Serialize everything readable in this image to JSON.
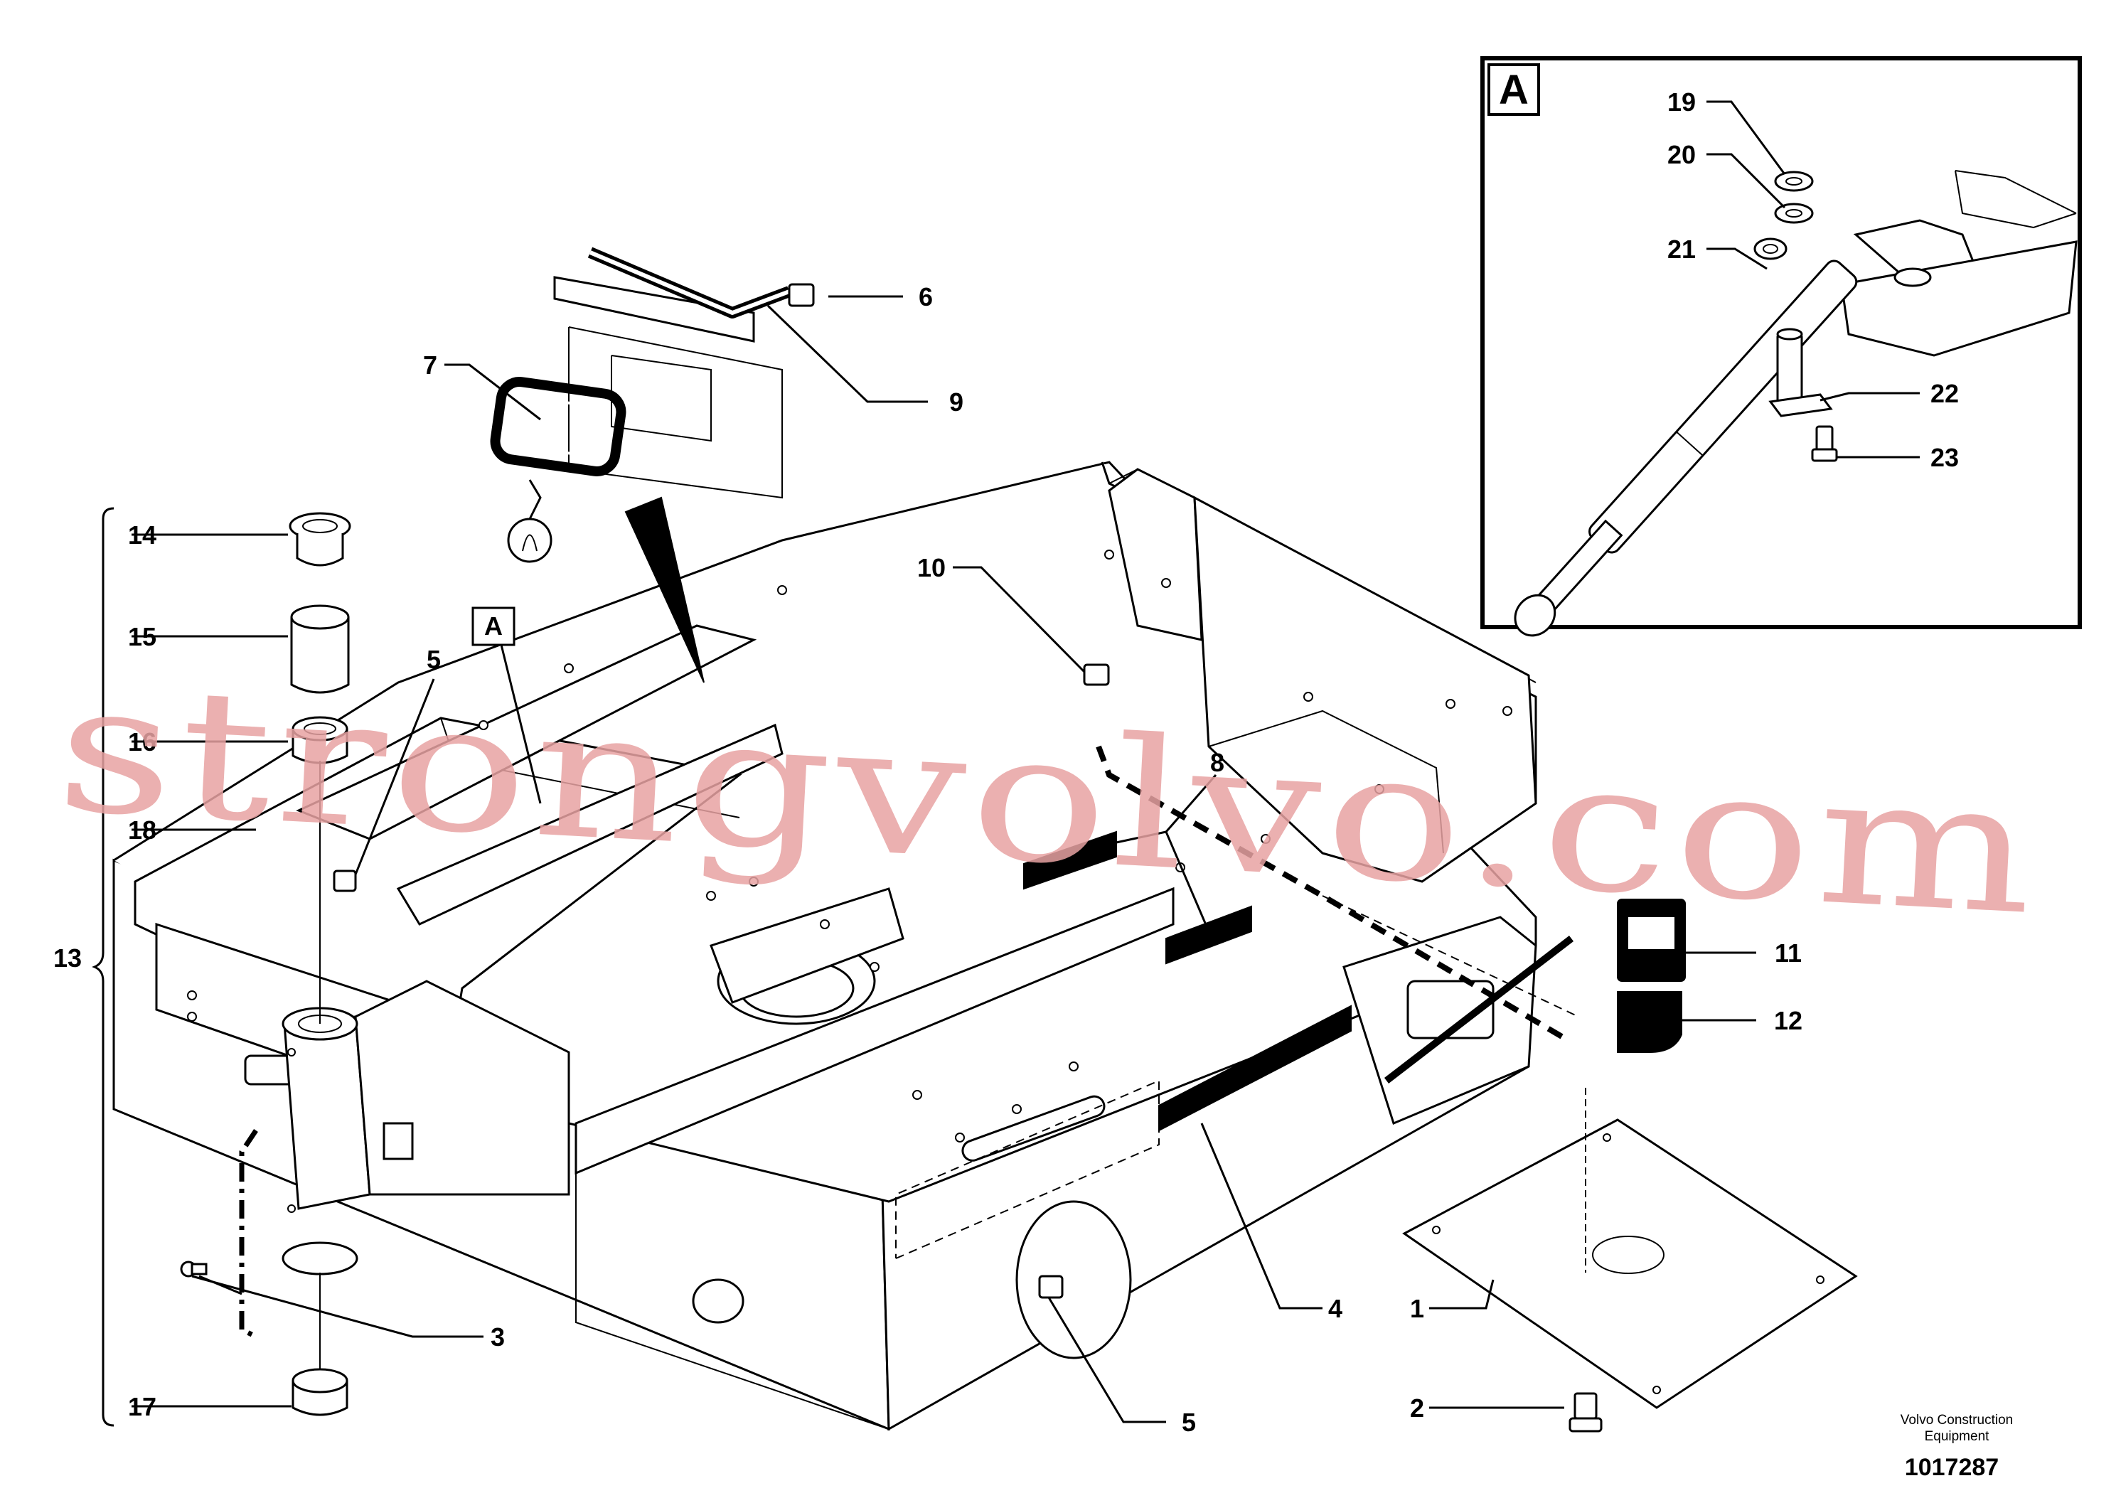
{
  "callouts": [
    {
      "id": "1",
      "label": "1"
    },
    {
      "id": "2",
      "label": "2"
    },
    {
      "id": "3",
      "label": "3"
    },
    {
      "id": "4",
      "label": "4"
    },
    {
      "id": "5a",
      "label": "5"
    },
    {
      "id": "5b",
      "label": "5"
    },
    {
      "id": "6",
      "label": "6"
    },
    {
      "id": "7",
      "label": "7"
    },
    {
      "id": "8",
      "label": "8"
    },
    {
      "id": "9",
      "label": "9"
    },
    {
      "id": "10",
      "label": "10"
    },
    {
      "id": "11",
      "label": "11"
    },
    {
      "id": "12",
      "label": "12"
    },
    {
      "id": "13",
      "label": "13"
    },
    {
      "id": "14",
      "label": "14"
    },
    {
      "id": "15",
      "label": "15"
    },
    {
      "id": "16",
      "label": "16"
    },
    {
      "id": "17",
      "label": "17"
    },
    {
      "id": "18",
      "label": "18"
    },
    {
      "id": "19",
      "label": "19"
    },
    {
      "id": "20",
      "label": "20"
    },
    {
      "id": "21",
      "label": "21"
    },
    {
      "id": "22",
      "label": "22"
    },
    {
      "id": "23",
      "label": "23"
    }
  ],
  "detail": {
    "inset_label": "A",
    "marker_label": "A"
  },
  "credit": {
    "line1": "Volvo Construction",
    "line2": "Equipment"
  },
  "doc_number": "1017287",
  "watermark": "strongvolvo.com"
}
